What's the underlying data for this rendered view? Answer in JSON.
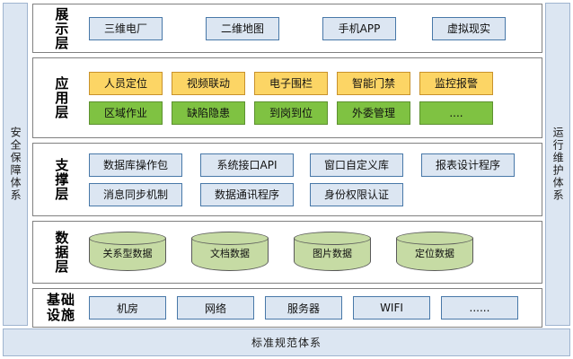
{
  "diagram": {
    "left_rail": {
      "label": "安全保障体系"
    },
    "right_rail": {
      "label": "运行维护体系"
    },
    "bottom_bar": {
      "label": "标准规范体系"
    },
    "colors": {
      "blue_fill": "#dce6f2",
      "blue_border": "#4878a8",
      "yellow_fill": "#fcd565",
      "yellow_border": "#c8922c",
      "green_fill": "#7fc242",
      "green_border": "#5d9130",
      "cylinder_fill": "#c6dba4",
      "cylinder_border": "#5a5a5a",
      "band_border": "#808080"
    },
    "layers": [
      {
        "id": "presentation",
        "label": "展示层",
        "rows": [
          {
            "style": "blue",
            "items": [
              {
                "label": "三维电厂",
                "width": 82,
                "gap": 48
              },
              {
                "label": "二维地图",
                "width": 82,
                "gap": 48
              },
              {
                "label": "手机APP",
                "width": 82,
                "gap": 40
              },
              {
                "label": "虚拟现实",
                "width": 82,
                "gap": 0
              }
            ]
          }
        ]
      },
      {
        "id": "application",
        "label": "应用层",
        "rows": [
          {
            "style": "yellow",
            "items": [
              {
                "label": "人员定位",
                "width": 82,
                "gap": 10
              },
              {
                "label": "视频联动",
                "width": 82,
                "gap": 10
              },
              {
                "label": "电子围栏",
                "width": 82,
                "gap": 10
              },
              {
                "label": "智能门禁",
                "width": 82,
                "gap": 10
              },
              {
                "label": "监控报警",
                "width": 82,
                "gap": 0
              }
            ]
          },
          {
            "style": "green",
            "items": [
              {
                "label": "区域作业",
                "width": 82,
                "gap": 10
              },
              {
                "label": "缺陷隐患",
                "width": 82,
                "gap": 10
              },
              {
                "label": "到岗到位",
                "width": 82,
                "gap": 10
              },
              {
                "label": "外委管理",
                "width": 82,
                "gap": 10
              },
              {
                "label": "....",
                "width": 82,
                "gap": 0
              }
            ]
          }
        ]
      },
      {
        "id": "support",
        "label": "支撑层",
        "rows": [
          {
            "style": "blue",
            "items": [
              {
                "label": "数据库操作包",
                "width": 104,
                "gap": 20
              },
              {
                "label": "系统接口API",
                "width": 104,
                "gap": 18
              },
              {
                "label": "窗口自定义库",
                "width": 104,
                "gap": 20
              },
              {
                "label": "报表设计程序",
                "width": 104,
                "gap": 0
              }
            ]
          },
          {
            "style": "blue",
            "items": [
              {
                "label": "消息同步机制",
                "width": 104,
                "gap": 20
              },
              {
                "label": "数据通讯程序",
                "width": 104,
                "gap": 18
              },
              {
                "label": "身份权限认证",
                "width": 104,
                "gap": 0
              }
            ]
          }
        ]
      },
      {
        "id": "data",
        "label": "数据层",
        "cylinders": [
          {
            "label": "关系型数据"
          },
          {
            "label": "文档数据"
          },
          {
            "label": "图片数据"
          },
          {
            "label": "定位数据"
          }
        ]
      },
      {
        "id": "infrastructure",
        "label": "基础\n设施",
        "rows": [
          {
            "style": "blue",
            "items": [
              {
                "label": "机房",
                "width": 86,
                "gap": 12
              },
              {
                "label": "网络",
                "width": 86,
                "gap": 12
              },
              {
                "label": "服务器",
                "width": 86,
                "gap": 12
              },
              {
                "label": "WIFI",
                "width": 86,
                "gap": 12
              },
              {
                "label": "......",
                "width": 86,
                "gap": 0
              }
            ]
          }
        ]
      }
    ]
  }
}
